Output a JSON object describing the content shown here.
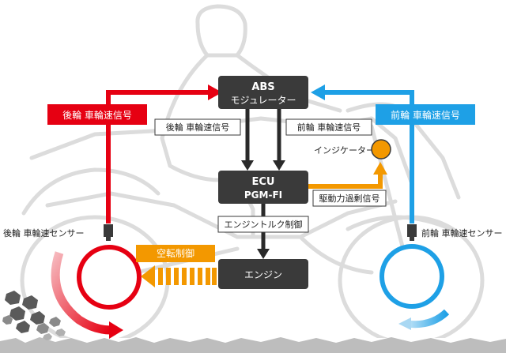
{
  "colors": {
    "rear": "#e60012",
    "front": "#1ea0e6",
    "traction": "#f39800",
    "dark": "#3a3a3a",
    "silhouette": "#dadada",
    "indicator": "#f39800"
  },
  "blocks": {
    "abs_line1": "ABS",
    "abs_line2": "モジュレーター",
    "ecu_line1": "ECU",
    "ecu_line2": "PGM-FI",
    "engine": "エンジン"
  },
  "labels": {
    "rear_wheel_speed_signal_top": "後輪 車輪速信号",
    "front_wheel_speed_signal_top": "前輪 車輪速信号",
    "rear_wheel_speed_signal_mid": "後輪 車輪速信号",
    "front_wheel_speed_signal_mid": "前輪 車輪速信号",
    "indicator": "インジケーター",
    "drive_excess_signal": "駆動力過剰信号",
    "engine_torque_control": "エンジントルク制御",
    "idle_control": "空転制御",
    "rear_sensor": "後輪 車輪速センサー",
    "front_sensor": "前輪 車輪速センサー"
  }
}
